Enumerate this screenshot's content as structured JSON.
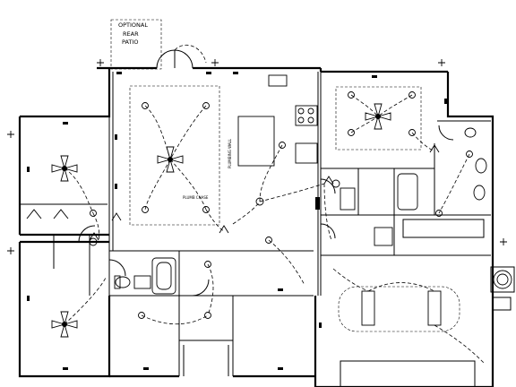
{
  "patio": {
    "line1": "OPTIONAL",
    "line2": "REAR",
    "line3": "PATIO"
  },
  "notes": {
    "kitchen_island": "PLUMBING WALL",
    "chase": "PLUMB CHASE"
  },
  "icons": {
    "ceiling_fan": "ceiling-fan-icon",
    "recessed_light": "recessed-light-icon",
    "outlet": "outlet-icon",
    "switch": "switch-icon",
    "smoke_detector": "smoke-detector-icon",
    "hvac_unit": "hvac-condenser-icon"
  },
  "colors": {
    "ink": "#000000",
    "paper": "#ffffff"
  }
}
